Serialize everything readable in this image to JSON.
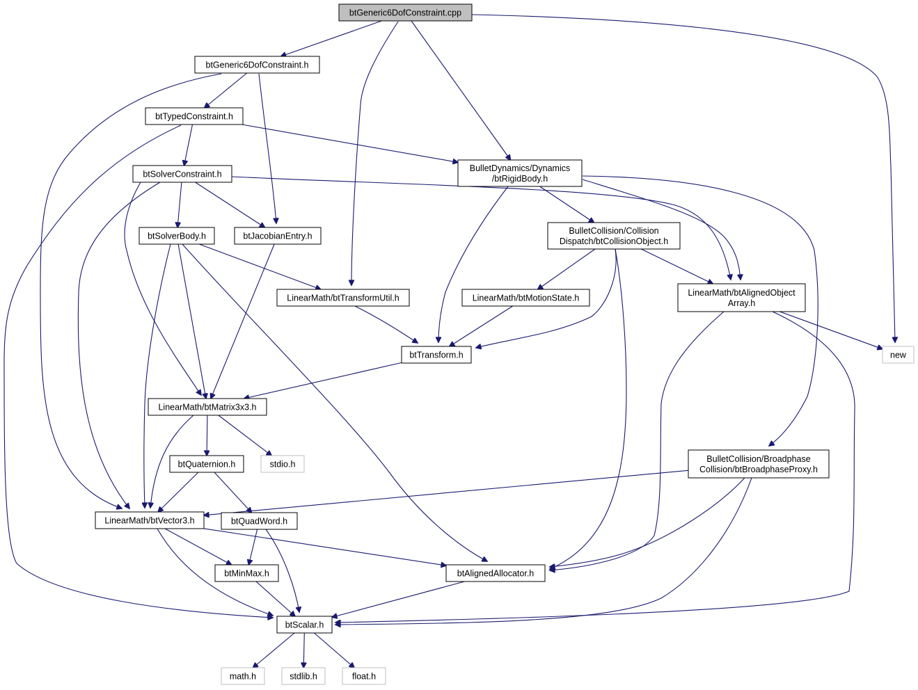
{
  "diagram": {
    "colors": {
      "edge": "#191970",
      "node_border": "#000000",
      "root_fill": "#bfbfbf",
      "external_border": "#bfbfbf",
      "background": "#ffffff"
    },
    "nodes": {
      "root": {
        "lines": [
          "btGeneric6DofConstraint.cpp"
        ],
        "kind": "root"
      },
      "g6dof_h": {
        "lines": [
          "btGeneric6DofConstraint.h"
        ],
        "kind": "file"
      },
      "typed": {
        "lines": [
          "btTypedConstraint.h"
        ],
        "kind": "file"
      },
      "rigid": {
        "lines": [
          "BulletDynamics/Dynamics",
          "/btRigidBody.h"
        ],
        "kind": "file"
      },
      "solverc": {
        "lines": [
          "btSolverConstraint.h"
        ],
        "kind": "file"
      },
      "solverbody": {
        "lines": [
          "btSolverBody.h"
        ],
        "kind": "file"
      },
      "jacobian": {
        "lines": [
          "btJacobianEntry.h"
        ],
        "kind": "file"
      },
      "collobj": {
        "lines": [
          "BulletCollision/Collision",
          "Dispatch/btCollisionObject.h"
        ],
        "kind": "file"
      },
      "transformutil": {
        "lines": [
          "LinearMath/btTransformUtil.h"
        ],
        "kind": "file"
      },
      "motionstate": {
        "lines": [
          "LinearMath/btMotionState.h"
        ],
        "kind": "file"
      },
      "alignedarray": {
        "lines": [
          "LinearMath/btAlignedObject",
          "Array.h"
        ],
        "kind": "file"
      },
      "new": {
        "lines": [
          "new"
        ],
        "kind": "external"
      },
      "transform": {
        "lines": [
          "btTransform.h"
        ],
        "kind": "file"
      },
      "matrix": {
        "lines": [
          "LinearMath/btMatrix3x3.h"
        ],
        "kind": "file"
      },
      "quaternion": {
        "lines": [
          "btQuaternion.h"
        ],
        "kind": "file"
      },
      "stdio": {
        "lines": [
          "stdio.h"
        ],
        "kind": "external"
      },
      "broadphase": {
        "lines": [
          "BulletCollision/Broadphase",
          "Collision/btBroadphaseProxy.h"
        ],
        "kind": "file"
      },
      "vector3": {
        "lines": [
          "LinearMath/btVector3.h"
        ],
        "kind": "file"
      },
      "quadword": {
        "lines": [
          "btQuadWord.h"
        ],
        "kind": "file"
      },
      "minmax": {
        "lines": [
          "btMinMax.h"
        ],
        "kind": "file"
      },
      "allocator": {
        "lines": [
          "btAlignedAllocator.h"
        ],
        "kind": "file"
      },
      "scalar": {
        "lines": [
          "btScalar.h"
        ],
        "kind": "file"
      },
      "math": {
        "lines": [
          "math.h"
        ],
        "kind": "external"
      },
      "stdlib": {
        "lines": [
          "stdlib.h"
        ],
        "kind": "external"
      },
      "float": {
        "lines": [
          "float.h"
        ],
        "kind": "external"
      }
    },
    "edges": [
      [
        "root",
        "g6dof_h"
      ],
      [
        "root",
        "transformutil"
      ],
      [
        "root",
        "rigid"
      ],
      [
        "root",
        "new"
      ],
      [
        "g6dof_h",
        "typed"
      ],
      [
        "g6dof_h",
        "jacobian"
      ],
      [
        "g6dof_h",
        "vector3"
      ],
      [
        "typed",
        "solverc"
      ],
      [
        "typed",
        "rigid"
      ],
      [
        "typed",
        "scalar"
      ],
      [
        "solverc",
        "solverbody"
      ],
      [
        "solverc",
        "jacobian"
      ],
      [
        "solverc",
        "alignedarray"
      ],
      [
        "solverc",
        "matrix"
      ],
      [
        "solverc",
        "vector3"
      ],
      [
        "solverbody",
        "transformutil"
      ],
      [
        "solverbody",
        "matrix"
      ],
      [
        "solverbody",
        "vector3"
      ],
      [
        "solverbody",
        "allocator"
      ],
      [
        "jacobian",
        "matrix"
      ],
      [
        "rigid",
        "transform"
      ],
      [
        "rigid",
        "collobj"
      ],
      [
        "rigid",
        "alignedarray"
      ],
      [
        "rigid",
        "broadphase"
      ],
      [
        "collobj",
        "motionstate"
      ],
      [
        "collobj",
        "alignedarray"
      ],
      [
        "collobj",
        "transform"
      ],
      [
        "collobj",
        "allocator"
      ],
      [
        "transformutil",
        "transform"
      ],
      [
        "motionstate",
        "transform"
      ],
      [
        "alignedarray",
        "new"
      ],
      [
        "alignedarray",
        "allocator"
      ],
      [
        "alignedarray",
        "scalar"
      ],
      [
        "transform",
        "matrix"
      ],
      [
        "matrix",
        "quaternion"
      ],
      [
        "matrix",
        "stdio"
      ],
      [
        "matrix",
        "vector3"
      ],
      [
        "quaternion",
        "vector3"
      ],
      [
        "quaternion",
        "quadword"
      ],
      [
        "broadphase",
        "vector3"
      ],
      [
        "broadphase",
        "allocator"
      ],
      [
        "broadphase",
        "scalar"
      ],
      [
        "vector3",
        "minmax"
      ],
      [
        "vector3",
        "allocator"
      ],
      [
        "vector3",
        "scalar"
      ],
      [
        "quadword",
        "minmax"
      ],
      [
        "quadword",
        "scalar"
      ],
      [
        "minmax",
        "scalar"
      ],
      [
        "allocator",
        "scalar"
      ],
      [
        "scalar",
        "math"
      ],
      [
        "scalar",
        "stdlib"
      ],
      [
        "scalar",
        "float"
      ]
    ]
  }
}
